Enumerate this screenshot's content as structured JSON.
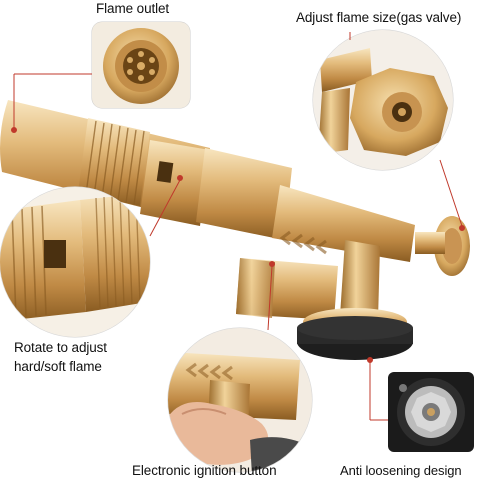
{
  "labels": {
    "flame_outlet": "Flame outlet",
    "gas_valve": "Adjust flame size(gas valve)",
    "rotate_line1": "Rotate to adjust",
    "rotate_line2": "hard/soft flame",
    "ignition": "Electronic ignition button",
    "anti_loosening": "Anti loosening design"
  },
  "colors": {
    "brass_light": "#f3d7a0",
    "brass_mid": "#d9ad66",
    "brass_dark": "#9a6a2a",
    "leader_red": "#c0392b",
    "base_black": "#1e1e1e"
  }
}
